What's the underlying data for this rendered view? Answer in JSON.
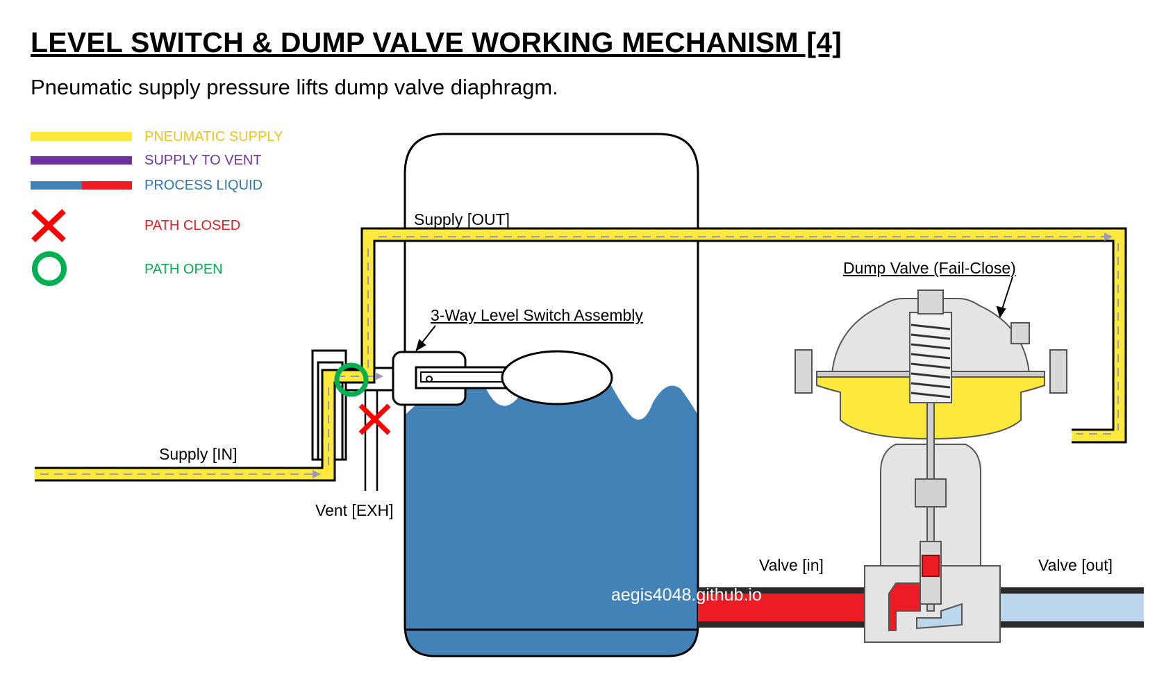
{
  "title": "LEVEL SWITCH & DUMP VALVE WORKING MECHANISM [4]",
  "subtitle": "Pneumatic supply pressure lifts dump valve diaphragm.",
  "legend": [
    {
      "label": "PNEUMATIC SUPPLY",
      "color": "#f2c418",
      "swatch": "#fde93b"
    },
    {
      "label": "SUPPLY TO VENT",
      "color": "#7030a0",
      "swatch": "#7030a0"
    },
    {
      "label": "PROCESS LIQUID",
      "color": "#2e75b6",
      "swatch": "#4382b6",
      "swatch2": "#ed1c24"
    },
    {
      "label": "PATH CLOSED",
      "color": "#ed1c24",
      "icon": "x-mark-icon"
    },
    {
      "label": "PATH OPEN",
      "color": "#00b050",
      "icon": "circle-icon"
    }
  ],
  "labels": {
    "supply_out": "Supply [OUT]",
    "supply_in": "Supply [IN]",
    "vent": "Vent [EXH]",
    "level_switch": "3-Way Level Switch Assembly",
    "dump_valve": "Dump Valve (Fail-Close)",
    "valve_in": "Valve [in]",
    "valve_out": "Valve [out]"
  },
  "watermark": "aegis4048.github.io",
  "colors": {
    "pneumatic": "#fde93b",
    "liquid": "#4382b6",
    "liquid_in": "#ed1c24",
    "liquid_out": "#bcd7ec",
    "valve_body": "#e4e4e4"
  }
}
